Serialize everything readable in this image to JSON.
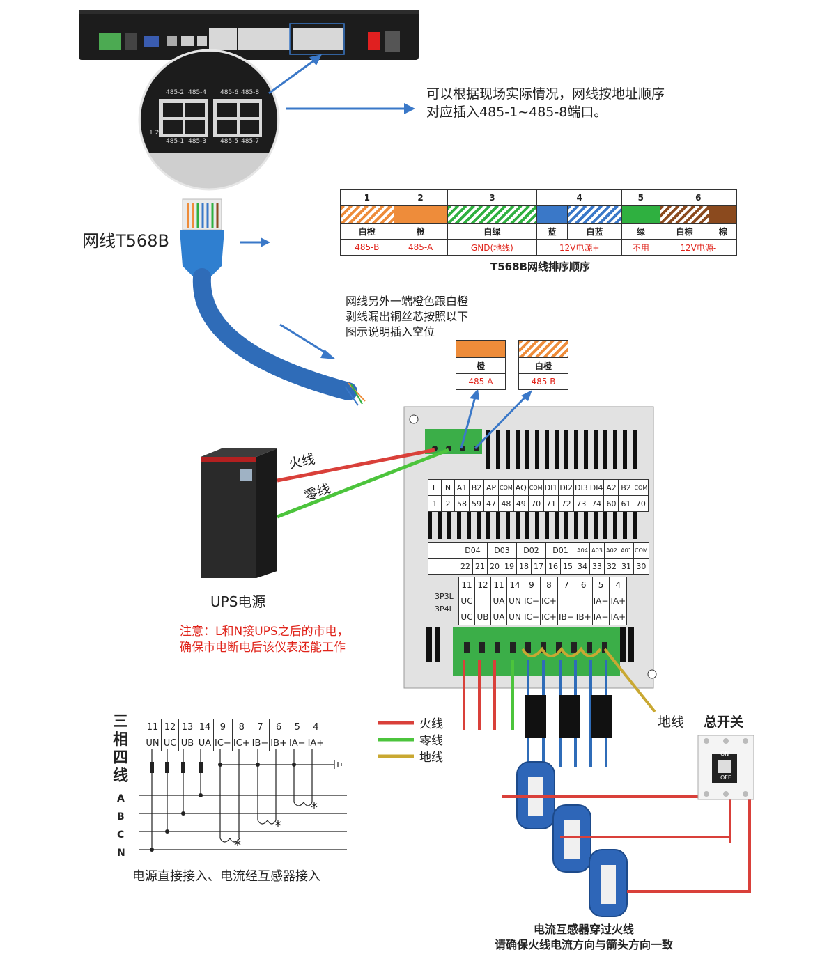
{
  "device": {
    "port_labels_top": [
      "485-2",
      "485-4",
      "485-6",
      "485-8"
    ],
    "port_labels_bottom": [
      "485-1",
      "485-3",
      "485-5",
      "485-7"
    ],
    "row_numbers": "1 2"
  },
  "port_note": {
    "line1": "可以根据现场实际情况，网线按地址顺序",
    "line2": "对应插入485-1~485-8端口。"
  },
  "cable_label": "网线T568B",
  "t568b": {
    "numbers": [
      "1",
      "2",
      "3",
      "4",
      "5",
      "6"
    ],
    "colors": [
      "白橙",
      "橙",
      "白绿",
      "蓝",
      "白蓝",
      "绿",
      "白棕",
      "棕"
    ],
    "functions": [
      "485-B",
      "485-A",
      "GND(地线)",
      "12V电源+",
      "不用",
      "12V电源-"
    ],
    "caption": "T568B网线排序顺序",
    "swatch_colors": {
      "orange": "#ee8c3a",
      "green": "#2fb040",
      "blue": "#3a78c8",
      "brown": "#8b4a1e"
    }
  },
  "strip_note": {
    "line1": "网线另外一端橙色跟白橙",
    "line2": "剥线漏出铜丝芯按照以下",
    "line3": "图示说明插入空位"
  },
  "mini_legend": [
    {
      "color": "橙",
      "func": "485-A"
    },
    {
      "color": "白橙",
      "func": "485-B"
    }
  ],
  "ups": {
    "fire": "火线",
    "zero": "零线",
    "label": "UPS电源",
    "warning_line1": "注意：L和N接UPS之后的市电，",
    "warning_line2": "确保市电断电后该仪表还能工作"
  },
  "meter": {
    "row1_labels": [
      "L",
      "N",
      "A1",
      "B2",
      "AP",
      "COM",
      "AQ",
      "COM",
      "DI1",
      "DI2",
      "DI3",
      "DI4",
      "A2",
      "B2",
      "COM"
    ],
    "row1_nums": [
      "1",
      "2",
      "58",
      "59",
      "47",
      "48",
      "49",
      "70",
      "71",
      "72",
      "73",
      "74",
      "60",
      "61",
      "70"
    ],
    "row2_labels": [
      "D04",
      "D03",
      "D02",
      "D01",
      "A04",
      "A03",
      "A02",
      "A01",
      "COM"
    ],
    "row2_nums": [
      "22",
      "21",
      "20",
      "19",
      "18",
      "17",
      "16",
      "15",
      "34",
      "33",
      "32",
      "31",
      "30"
    ],
    "ct_nums": [
      "11",
      "12",
      "11",
      "14",
      "9",
      "8",
      "7",
      "6",
      "5",
      "4"
    ],
    "p3l_name": "3P3L",
    "p3l": [
      "UC",
      "",
      "UA",
      "UN",
      "IC−",
      "IC+",
      "",
      "",
      "IA−",
      "IA+"
    ],
    "p4l_name": "3P4L",
    "p4l": [
      "UC",
      "UB",
      "UA",
      "UN",
      "IC−",
      "IC+",
      "IB−",
      "IB+",
      "IA−",
      "IA+"
    ]
  },
  "legend": {
    "fire": "火线",
    "zero": "零线",
    "ground": "地线"
  },
  "ground_label": "地线",
  "main_switch": {
    "label": "总开关",
    "on": "ON",
    "off": "OFF"
  },
  "ct_note": {
    "line1": "电流互感器穿过火线",
    "line2": "请确保火线电流方向与箭头方向一致"
  },
  "schematic": {
    "title_chars": [
      "三",
      "相",
      "四",
      "线"
    ],
    "nums": [
      "11",
      "12",
      "13",
      "14",
      "9",
      "8",
      "7",
      "6",
      "5",
      "4"
    ],
    "labels": [
      "UN",
      "UC",
      "UB",
      "UA",
      "IC−",
      "IC+",
      "IB−",
      "IB+",
      "IA−",
      "IA+"
    ],
    "phases": [
      "A",
      "B",
      "C",
      "N"
    ],
    "star": "*",
    "caption": "电源直接接入、电流经互感器接入"
  }
}
